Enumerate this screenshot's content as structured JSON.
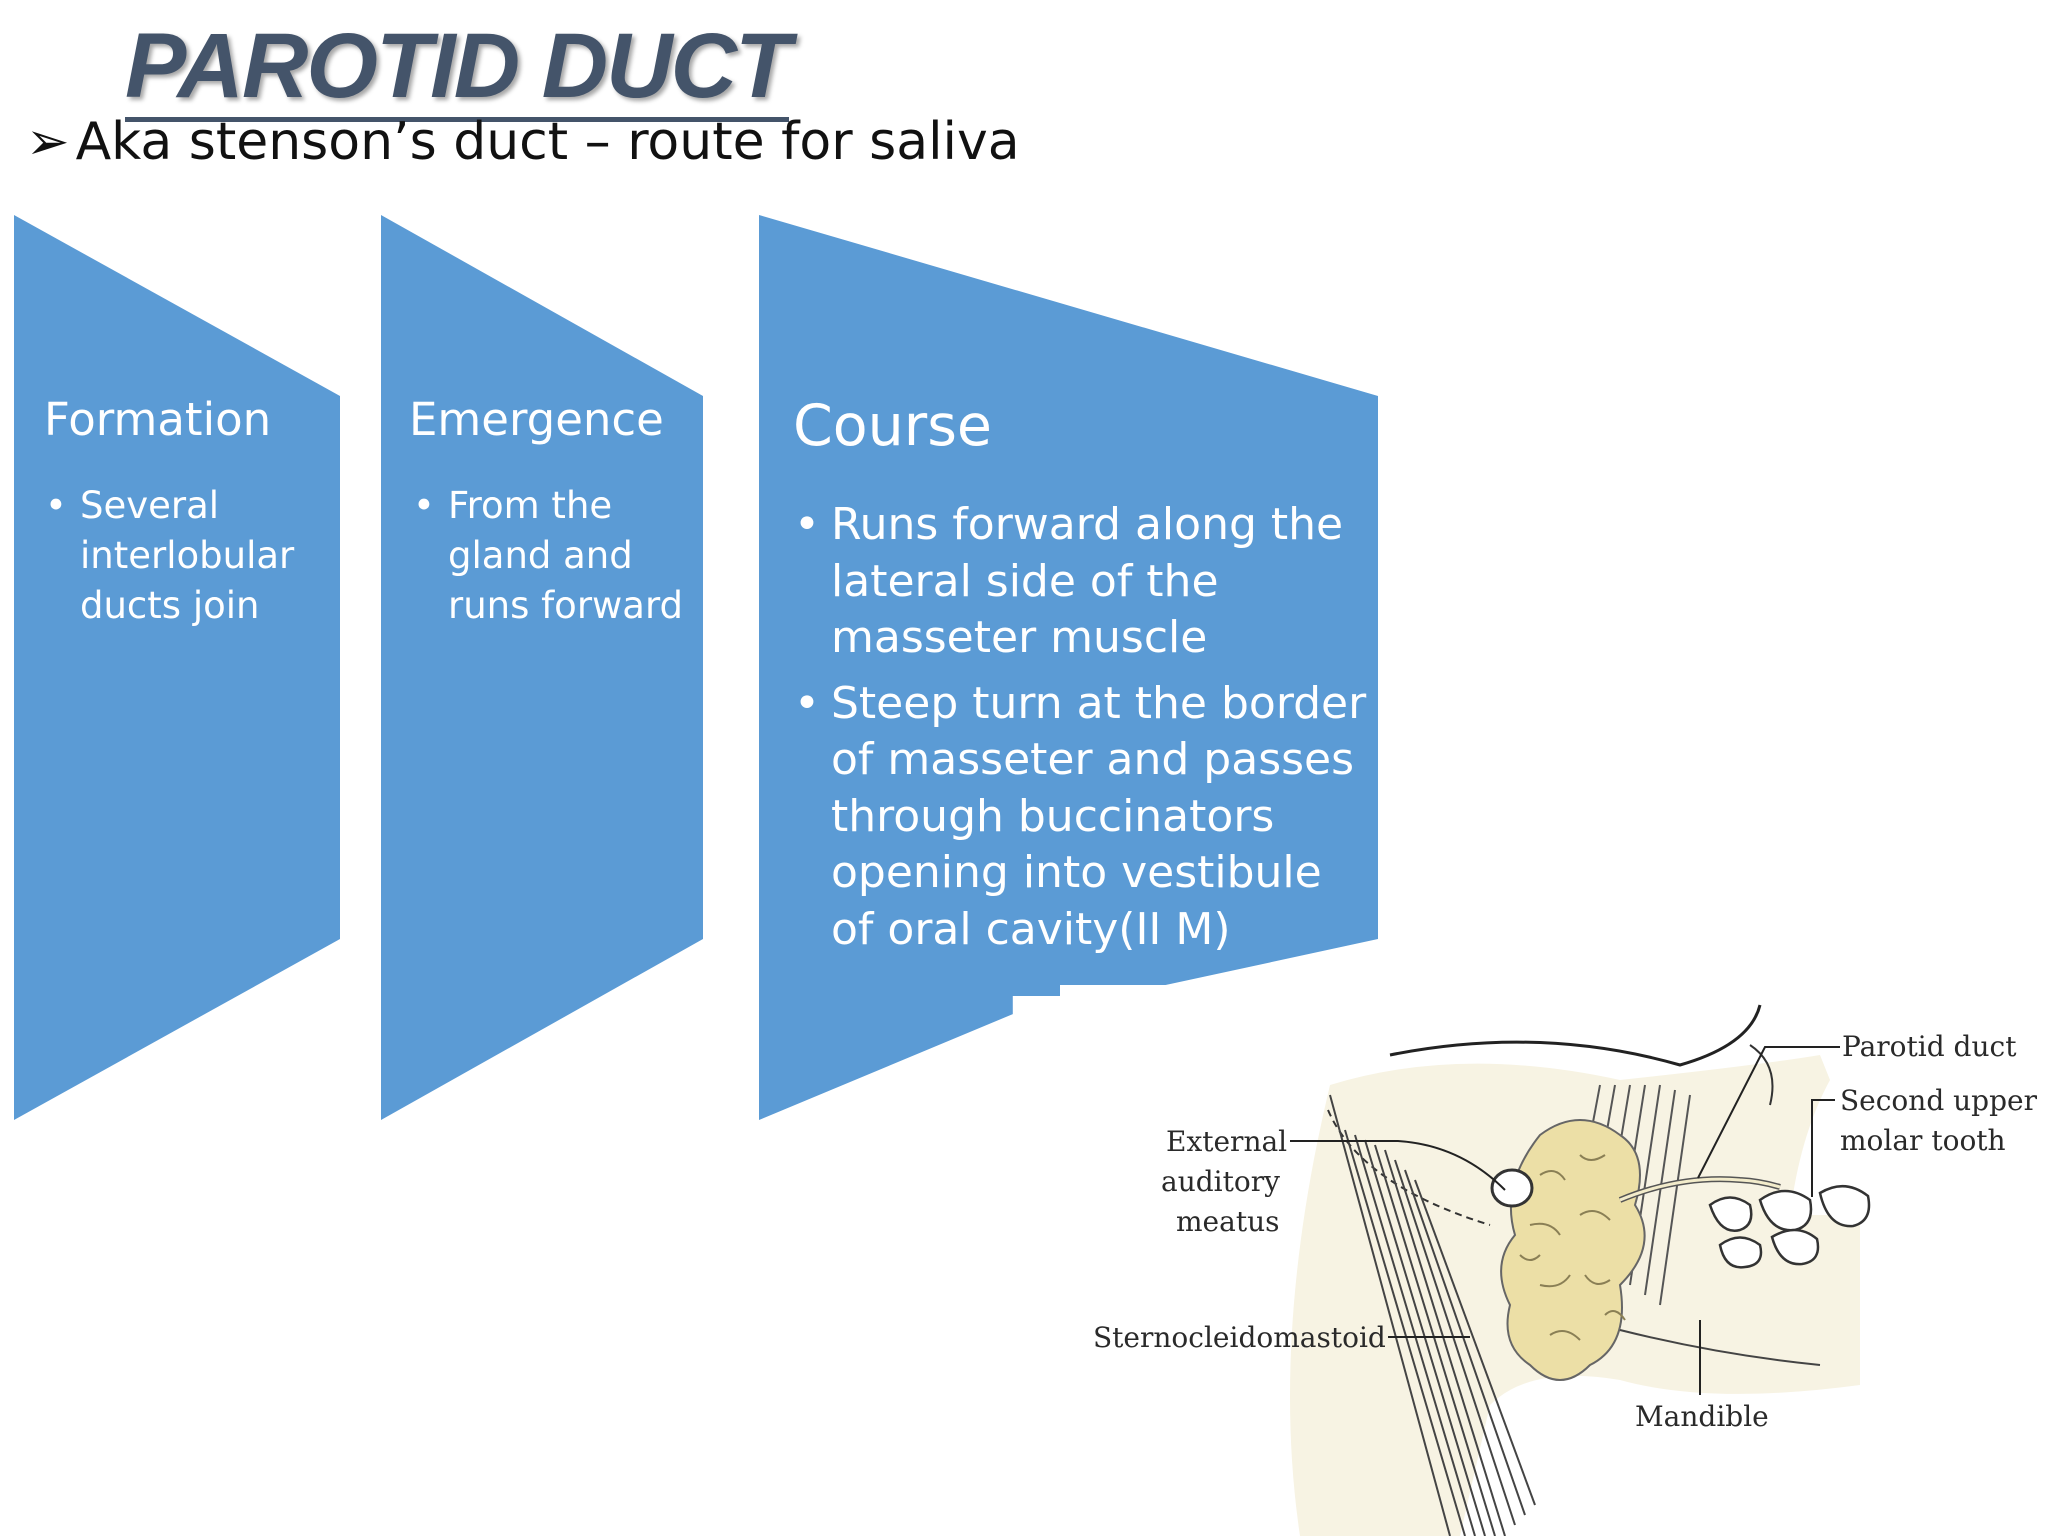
{
  "slide": {
    "title": "PAROTID DUCT",
    "subtitle_marker": "➢",
    "subtitle": "Aka stenson’s duct – route for saliva"
  },
  "process": [
    {
      "heading": "Formation",
      "bullets": [
        "Several interlobular ducts join"
      ]
    },
    {
      "heading": "Emergence",
      "bullets": [
        "From the gland  and runs forward"
      ]
    },
    {
      "heading": "Course",
      "bullets": [
        "Runs forward along the lateral side of the masseter muscle",
        "Steep turn at the border of masseter and passes through buccinators opening into vestibule of oral cavity(II M)"
      ]
    }
  ],
  "figure": {
    "labels": {
      "parotid_duct": "Parotid duct",
      "second_upper_molar_1": "Second upper",
      "second_upper_molar_2": "molar tooth",
      "external_1": "External",
      "external_2": "auditory",
      "external_3": "meatus",
      "sternocleidomastoid": "Sternocleidomastoid",
      "mandible": "Mandible"
    }
  },
  "colors": {
    "accent": "#5b9bd5",
    "title": "#44546a",
    "figure_background": "#f7f3e3",
    "gland": "#ecdfa6"
  }
}
